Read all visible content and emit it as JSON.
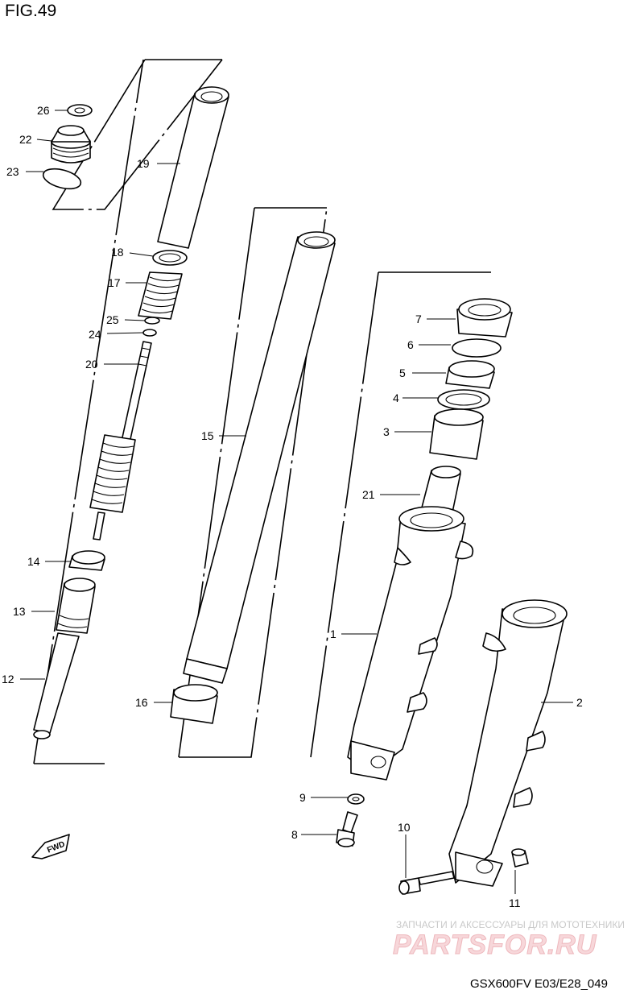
{
  "figure": {
    "title": "FIG.49",
    "code": "GSX600FV E03/E28_049"
  },
  "watermark": {
    "tagline": "ЗАПЧАСТИ И АКСЕССУАРЫ ДЛЯ МОТОТЕХНИКИ",
    "logo": "PARTSFOR.RU",
    "colors": {
      "logo_fill": "#f7d7da",
      "logo_stroke": "#eeb8bd",
      "tagline": "#c9c9c9"
    }
  },
  "direction_marker": {
    "label": "FWD",
    "icon": "arrow-left-down-icon"
  },
  "callouts": [
    "1",
    "2",
    "3",
    "4",
    "5",
    "6",
    "7",
    "8",
    "9",
    "10",
    "11",
    "12",
    "13",
    "14",
    "15",
    "16",
    "17",
    "18",
    "19",
    "20",
    "21",
    "22",
    "23",
    "24",
    "25",
    "26"
  ]
}
